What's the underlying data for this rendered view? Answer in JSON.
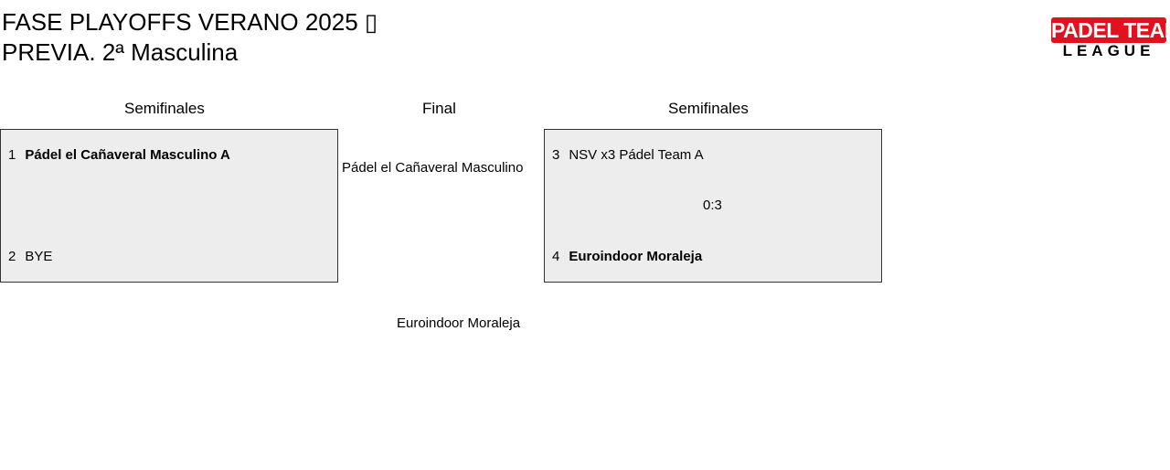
{
  "title": {
    "line1": "FASE PLAYOFFS VERANO 2025 ▯",
    "line2": "PREVIA. 2ª Masculina"
  },
  "logo": {
    "top": "PADEL TEAM",
    "bottom": "LEAGUE"
  },
  "rounds": {
    "left": "Semifinales",
    "final": "Final",
    "right": "Semifinales"
  },
  "left_match": {
    "team1": {
      "seed": "1",
      "name": "Pádel el Cañaveral Masculino A"
    },
    "team2": {
      "seed": "2",
      "name": "BYE"
    }
  },
  "right_match": {
    "team1": {
      "seed": "3",
      "name": "NSV x3 Pádel Team A"
    },
    "score": "0:3",
    "team2": {
      "seed": "4",
      "name": "Euroindoor Moraleja"
    }
  },
  "final": {
    "team1": "Pádel el Cañaveral Masculino",
    "team2": "Euroindoor Moraleja"
  }
}
